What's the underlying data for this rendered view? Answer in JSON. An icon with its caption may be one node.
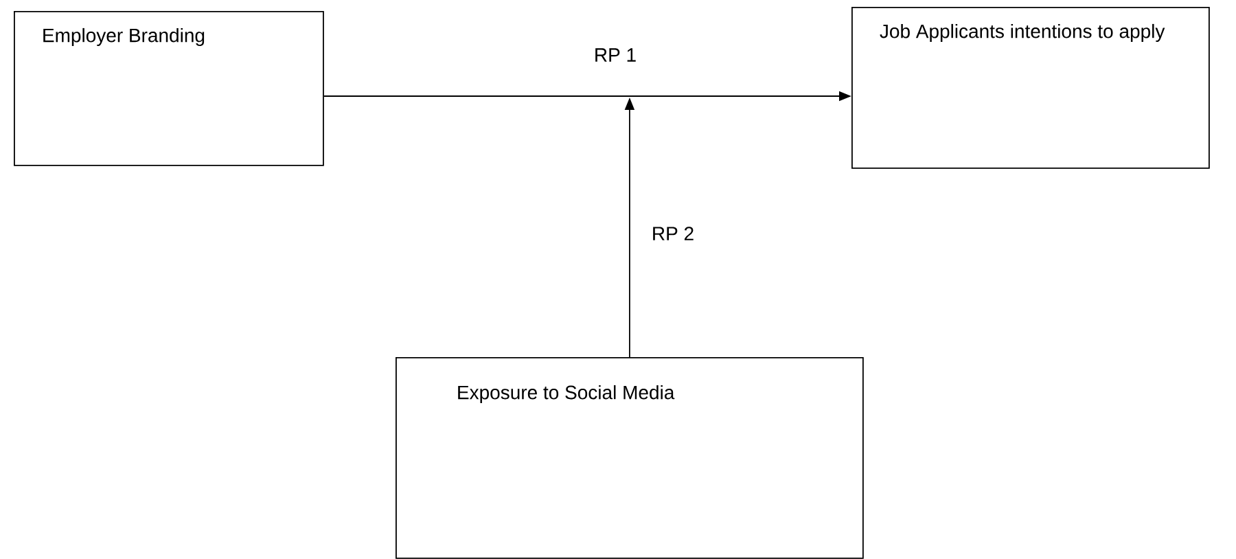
{
  "diagram": {
    "nodes": [
      {
        "text": [
          "Employer Branding"
        ]
      },
      {
        "text": [
          "Job Applicants intentions to apply"
        ]
      },
      {
        "text": [
          "Exposure to Social Media"
        ]
      }
    ],
    "edges": [
      {
        "from": 0,
        "to": 1,
        "arrow": "to",
        "label": "RP 1"
      },
      {
        "from": 2,
        "to": null,
        "arrow": "to",
        "label": "RP 2"
      }
    ]
  }
}
